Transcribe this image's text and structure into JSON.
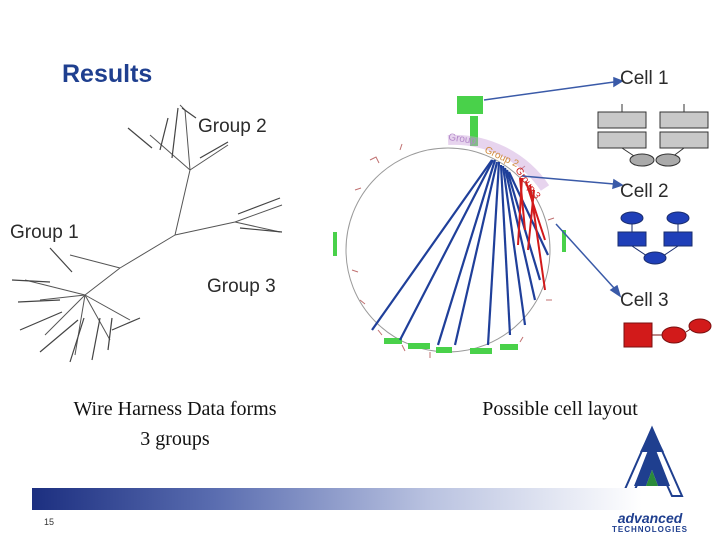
{
  "slide": {
    "title": "Results",
    "page_number": "15"
  },
  "groups": {
    "group1": "Group 1",
    "group2": "Group 2",
    "group3": "Group 3"
  },
  "cells": {
    "cell1": "Cell 1",
    "cell2": "Cell 2",
    "cell3": "Cell 3"
  },
  "captions": {
    "left_line1": "Wire Harness Data forms",
    "left_line2": "3 groups",
    "right": "Possible cell layout"
  },
  "logo": {
    "word": "advanced",
    "sub": "TECHNOLOGIES"
  },
  "colors": {
    "title": "#1f3f8f",
    "group_lines_blue": "#1f3f9a",
    "group_lines_red": "#d21a1a",
    "cluster_green": "#49d14a",
    "cell3_red": "#d21a1a"
  }
}
